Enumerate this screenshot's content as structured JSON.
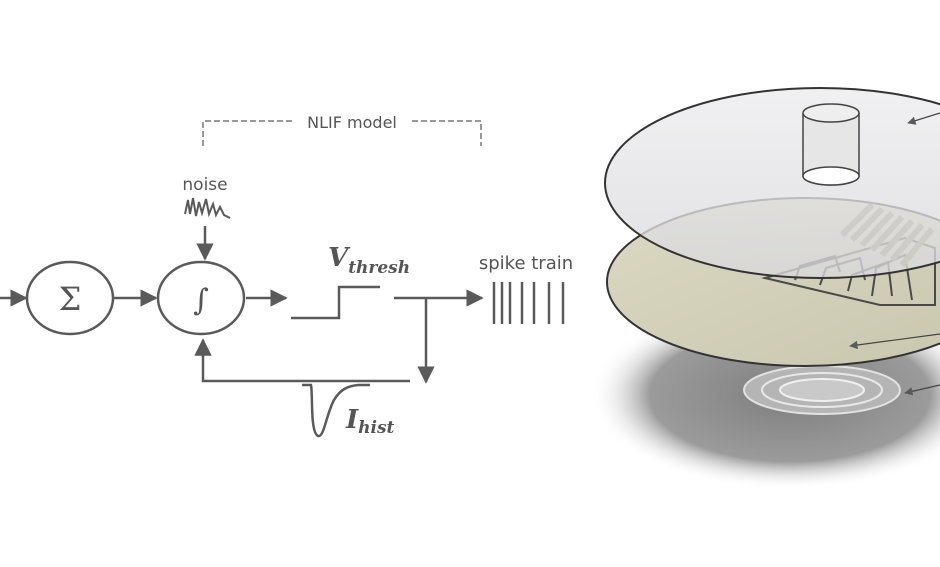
{
  "diagram": {
    "nlif_label": "NLIF model",
    "noise_label": "noise",
    "sum_symbol": "Σ",
    "integrator_symbol": "∫",
    "vthresh_base": "V",
    "vthresh_sub": "thresh",
    "ihist_base": "I",
    "ihist_sub": "hist",
    "spike_train_label": "spike train",
    "spike_count": 7,
    "colors": {
      "stroke": "#5a5a5a",
      "text": "#555555",
      "dashed": "#999999",
      "upper_disc": "#e4e4e6",
      "middle_disc": "#d6d3bd",
      "shadow": "#8f8f8f"
    }
  }
}
